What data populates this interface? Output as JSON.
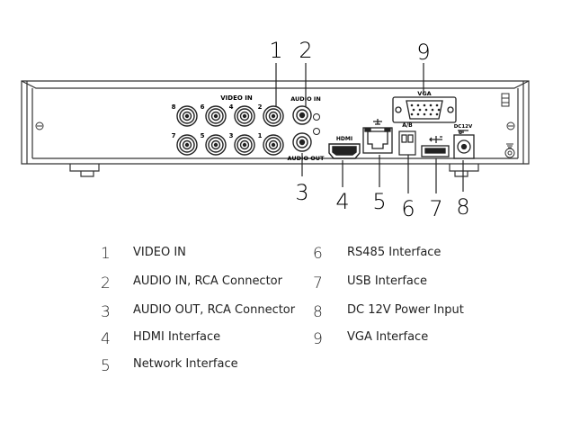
{
  "panel": {
    "video_in_label": "VIDEO IN",
    "audio_in_label": "AUDIO IN",
    "audio_out_label": "AUDIO OUT",
    "hdmi_label": "HDMI",
    "vga_label": "VGA",
    "rs485_label": "A/B",
    "dc_label": "DC12V",
    "bnc_top_numbers": [
      "8",
      "6",
      "4",
      "2"
    ],
    "bnc_bottom_numbers": [
      "7",
      "5",
      "3",
      "1"
    ],
    "callouts": [
      "1",
      "2",
      "3",
      "4",
      "5",
      "6",
      "7",
      "8",
      "9"
    ]
  },
  "legend": [
    {
      "num": "1",
      "label": "VIDEO IN"
    },
    {
      "num": "2",
      "label": "AUDIO IN, RCA Connector"
    },
    {
      "num": "3",
      "label": "AUDIO OUT, RCA Connector"
    },
    {
      "num": "4",
      "label": "HDMI Interface"
    },
    {
      "num": "5",
      "label": "Network Interface"
    },
    {
      "num": "6",
      "label": "RS485 Interface"
    },
    {
      "num": "7",
      "label": "USB Interface"
    },
    {
      "num": "8",
      "label": "DC 12V Power Input"
    },
    {
      "num": "9",
      "label": "VGA Interface"
    }
  ]
}
